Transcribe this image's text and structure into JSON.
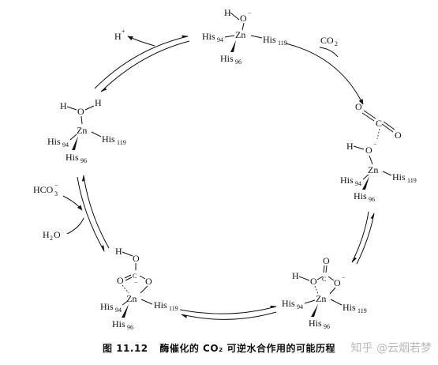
{
  "species": {
    "top": {
      "h": "H",
      "o": "O",
      "charge": "−",
      "zn": "Zn",
      "l": "His",
      "l_sub": "94",
      "r": "His",
      "r_sub": "119",
      "b": "His",
      "b_sub": "96"
    },
    "right": {
      "h": "H",
      "o": "O",
      "charge": "−",
      "zn": "Zn",
      "l": "His",
      "l_sub": "94",
      "r": "His",
      "r_sub": "119",
      "b": "His",
      "b_sub": "96",
      "co2_c": "C",
      "co2_o1": "O",
      "co2_o2": "O"
    },
    "bottom_right": {
      "h": "H",
      "o1": "O",
      "c": "C",
      "o2": "O",
      "charge": "−",
      "zn": "Zn",
      "l": "His",
      "l_sub": "94",
      "r": "His",
      "r_sub": "119",
      "b": "His",
      "b_sub": "96",
      "o_top": "O"
    },
    "bottom_left": {
      "h": "H",
      "o_top": "O",
      "c": "C",
      "o_l": "O",
      "o_r": "O",
      "charge": "−",
      "zn": "Zn",
      "l": "His",
      "l_sub": "94",
      "r": "His",
      "r_sub": "119",
      "b": "His",
      "b_sub": "96"
    },
    "left": {
      "h1": "H",
      "o": "O",
      "h2": "H",
      "zn": "Zn",
      "l": "His",
      "l_sub": "94",
      "r": "His",
      "r_sub": "119",
      "b": "His",
      "b_sub": "96"
    }
  },
  "reagents": {
    "h_plus": "H",
    "h_plus_sup": "+",
    "co2": "CO",
    "co2_sub": "2",
    "hco3": "HCO",
    "hco3_sub": "3",
    "hco3_sup": "−",
    "h2o_a": "H",
    "h2o_sub": "2",
    "h2o_b": "O"
  },
  "caption": {
    "number": "图 11.12",
    "text": "酶催化的 CO₂ 可逆水合作用的可能历程"
  },
  "watermark": "知乎 @云烟若梦"
}
